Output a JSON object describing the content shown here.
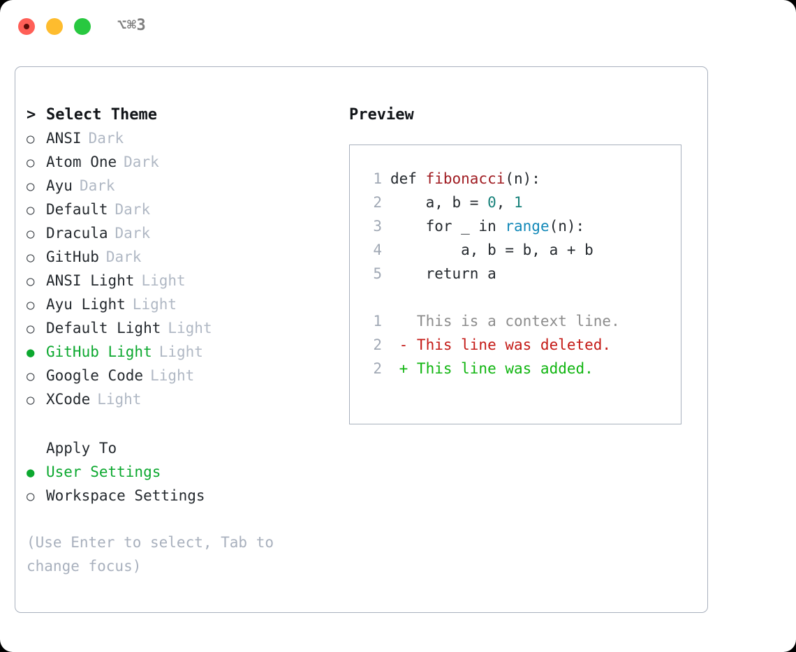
{
  "titlebar": {
    "shortcut": "⌥⌘3",
    "lights": [
      "close",
      "minimize",
      "maximize"
    ]
  },
  "theme_picker": {
    "heading": "Select Theme",
    "caret": ">",
    "bullet_unselected": "○",
    "bullet_selected": "●",
    "items": [
      {
        "name": "ANSI",
        "badge": "Dark",
        "selected": false
      },
      {
        "name": "Atom One",
        "badge": "Dark",
        "selected": false
      },
      {
        "name": "Ayu",
        "badge": "Dark",
        "selected": false
      },
      {
        "name": "Default",
        "badge": "Dark",
        "selected": false
      },
      {
        "name": "Dracula",
        "badge": "Dark",
        "selected": false
      },
      {
        "name": "GitHub",
        "badge": "Dark",
        "selected": false
      },
      {
        "name": "ANSI Light",
        "badge": "Light",
        "selected": false
      },
      {
        "name": "Ayu Light",
        "badge": "Light",
        "selected": false
      },
      {
        "name": "Default Light",
        "badge": "Light",
        "selected": false
      },
      {
        "name": "GitHub Light",
        "badge": "Light",
        "selected": true
      },
      {
        "name": "Google Code",
        "badge": "Light",
        "selected": false
      },
      {
        "name": "XCode",
        "badge": "Light",
        "selected": false
      }
    ]
  },
  "apply_to": {
    "heading": "Apply To",
    "options": [
      {
        "label": "User Settings",
        "selected": true
      },
      {
        "label": "Workspace Settings",
        "selected": false
      }
    ]
  },
  "hint": "(Use Enter to select, Tab to change focus)",
  "preview": {
    "title": "Preview",
    "code_lines": [
      {
        "lineno": "1",
        "tokens": [
          {
            "text": "def ",
            "kind": "plain"
          },
          {
            "text": "fibonacci",
            "kind": "func"
          },
          {
            "text": "(n):",
            "kind": "plain"
          }
        ]
      },
      {
        "lineno": "2",
        "tokens": [
          {
            "text": "    a, b = ",
            "kind": "plain"
          },
          {
            "text": "0",
            "kind": "num"
          },
          {
            "text": ", ",
            "kind": "plain"
          },
          {
            "text": "1",
            "kind": "num"
          }
        ]
      },
      {
        "lineno": "3",
        "tokens": [
          {
            "text": "    for _ in ",
            "kind": "plain"
          },
          {
            "text": "range",
            "kind": "call"
          },
          {
            "text": "(n):",
            "kind": "plain"
          }
        ]
      },
      {
        "lineno": "4",
        "tokens": [
          {
            "text": "        a, b = b, a + b",
            "kind": "plain"
          }
        ]
      },
      {
        "lineno": "5",
        "tokens": [
          {
            "text": "    return a",
            "kind": "plain"
          }
        ]
      },
      {
        "lineno": "",
        "tokens": []
      },
      {
        "lineno": "1",
        "tokens": [
          {
            "text": "   This is a context line.",
            "kind": "ctx"
          }
        ]
      },
      {
        "lineno": "2",
        "tokens": [
          {
            "text": " - This line was deleted.",
            "kind": "del"
          }
        ]
      },
      {
        "lineno": "2",
        "tokens": [
          {
            "text": " + This line was added.",
            "kind": "add"
          }
        ]
      }
    ]
  },
  "colors": {
    "accent_green": "#0ca82f",
    "diff_added": "#10b510",
    "diff_deleted": "#c41a16",
    "muted": "#b0b8c4",
    "border": "#a8b0bd",
    "text": "#24292e",
    "light_red": "#ff5f57",
    "light_yellow": "#febc2e",
    "light_green": "#28c840"
  }
}
